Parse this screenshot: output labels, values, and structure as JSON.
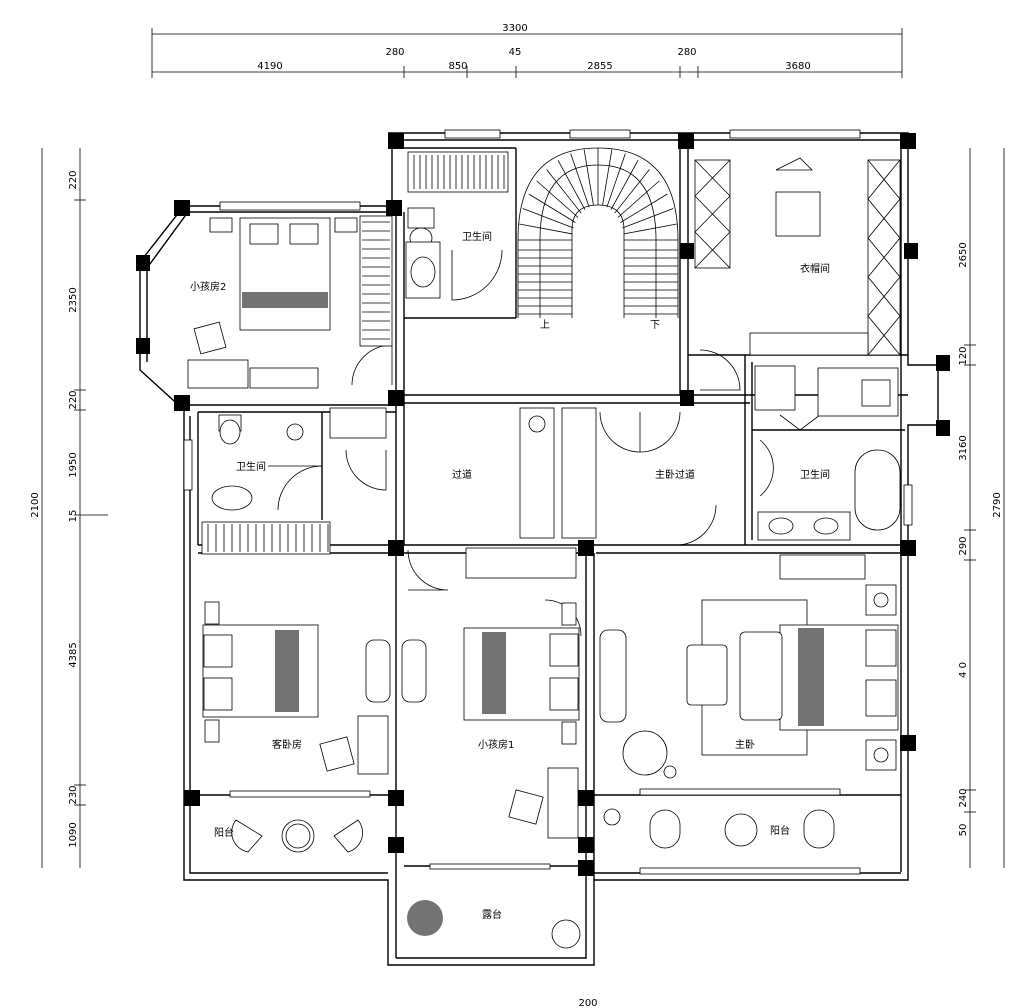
{
  "drawing": {
    "dimensions_top_overall": "3300",
    "dimensions_top": [
      "4190",
      "280",
      "850",
      "45",
      "2855",
      "280",
      "3680"
    ],
    "dimensions_left": [
      "220",
      "2350",
      "220",
      "1950",
      "15",
      "4385",
      "230",
      "1090"
    ],
    "dimensions_left_overall": "2100",
    "dimensions_right": [
      "2650",
      "120",
      "3160",
      "290",
      "4 0",
      "240",
      "50"
    ],
    "dimensions_right_overall": "2790",
    "dimensions_bottom": [
      "200"
    ]
  },
  "rooms": {
    "bedroom_small_2": "小孩房2",
    "bathroom_upper": "卫生间",
    "closet": "衣帽间",
    "bathroom_left": "卫生间",
    "hallway": "过道",
    "master_hallway": "主卧过道",
    "bathroom_master": "卫生间",
    "guest_room": "客卧房",
    "bedroom_small_1": "小孩房1",
    "master_bedroom": "主卧",
    "balcony_left": "阳台",
    "balcony_bottom": "露台",
    "balcony_right": "阳台"
  },
  "stairs": {
    "up_label": "上",
    "down_label": "下"
  }
}
